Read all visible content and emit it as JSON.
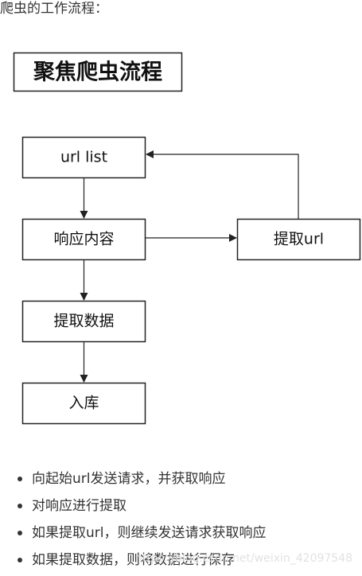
{
  "intro_text": "爬虫的工作流程：",
  "diagram": {
    "title": "聚焦爬虫流程",
    "nodes": {
      "url_list": "url list",
      "response": "响应内容",
      "extract_url": "提取url",
      "extract_data": "提取数据",
      "store": "入库"
    }
  },
  "bullets": [
    "向起始url发送请求，并获取响应",
    "对响应进行提取",
    "如果提取url，则继续发送请求获取响应",
    "如果提取数据，则将数据进行保存"
  ],
  "watermark": "https://blog.csdn.net/weixin_42097548"
}
